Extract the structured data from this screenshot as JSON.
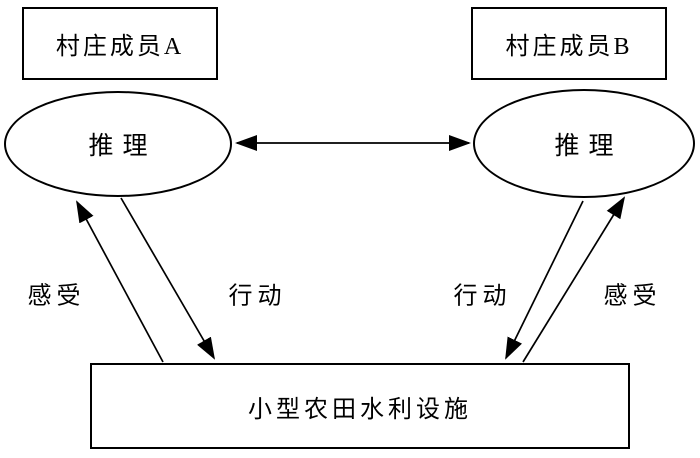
{
  "diagram": {
    "description": "Mutual reasoning diagram between two village members interacting with a small irrigation facility",
    "nodes": {
      "member_a": {
        "label": "村庄成员A",
        "shape": "rectangle"
      },
      "member_b": {
        "label": "村庄成员B",
        "shape": "rectangle"
      },
      "reasoning_a": {
        "label": "推理",
        "shape": "ellipse"
      },
      "reasoning_b": {
        "label": "推理",
        "shape": "ellipse"
      },
      "facility": {
        "label": "小型农田水利设施",
        "shape": "rectangle"
      }
    },
    "edges": {
      "mutual_reasoning": {
        "label": "",
        "type": "double-headed",
        "from": "reasoning_a",
        "to": "reasoning_b"
      },
      "perceive_a": {
        "label": "感受",
        "from": "facility",
        "to": "reasoning_a"
      },
      "act_a": {
        "label": "行动",
        "from": "reasoning_a",
        "to": "facility"
      },
      "act_b": {
        "label": "行动",
        "from": "reasoning_b",
        "to": "facility"
      },
      "perceive_b": {
        "label": "感受",
        "from": "facility",
        "to": "reasoning_b"
      }
    },
    "colors": {
      "background": "#ffffff",
      "stroke": "#000000",
      "text": "#000000"
    }
  }
}
